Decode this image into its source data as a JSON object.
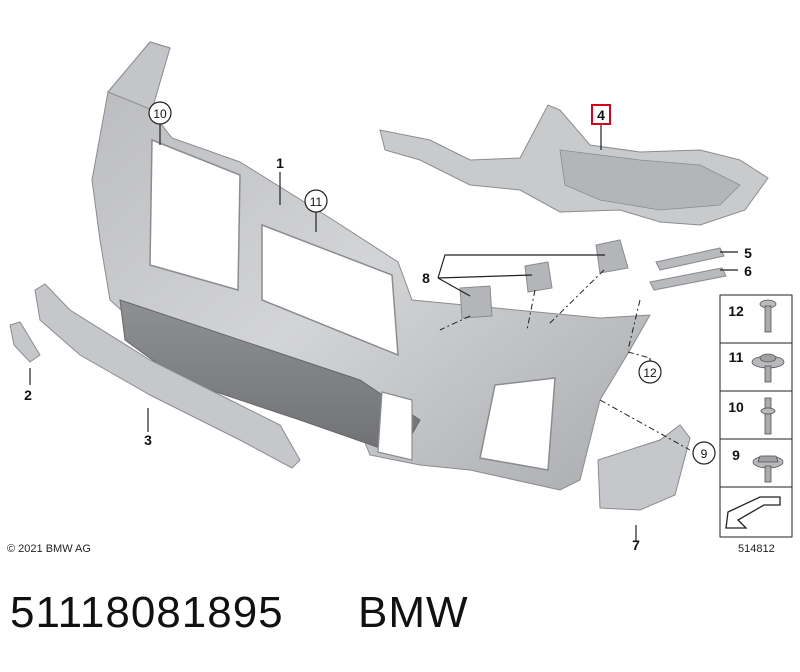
{
  "diagram": {
    "copyright": "© 2021 BMW AG",
    "drawing_number": "514812",
    "callouts": {
      "c1": "1",
      "c2": "2",
      "c3": "3",
      "c4": "4",
      "c5": "5",
      "c6": "6",
      "c7": "7",
      "c8": "8",
      "c9": "9",
      "c10": "10",
      "c11": "11",
      "c12": "12"
    },
    "legend": {
      "l12": "12",
      "l11": "11",
      "l10": "10",
      "l9": "9"
    },
    "highlighted_callout": "4",
    "colors": {
      "part_fill": "#c9cacc",
      "part_shadow": "#9ea0a3",
      "highlight_box": "#d8001a",
      "line": "#222222"
    }
  },
  "caption": {
    "part_number": "51118081895",
    "brand": "BMW"
  }
}
